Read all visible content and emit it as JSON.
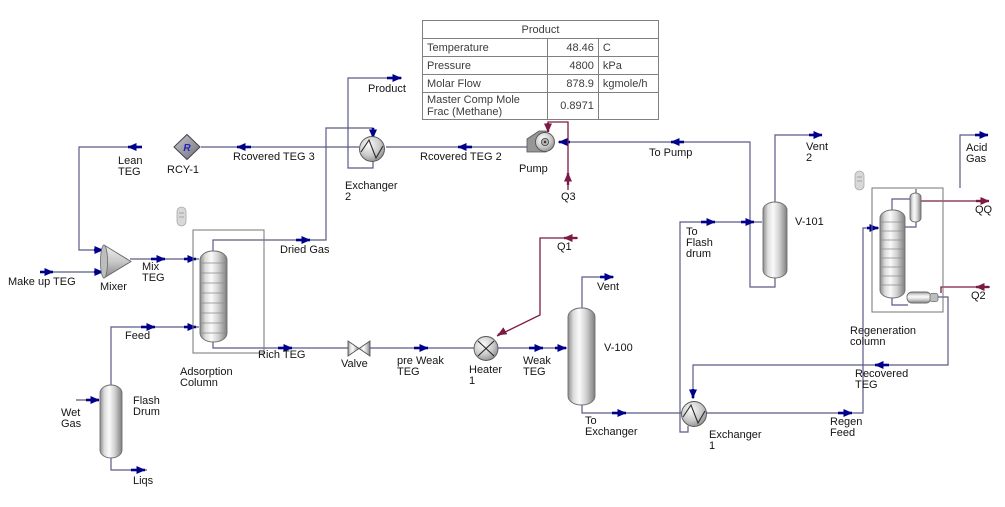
{
  "colors": {
    "material_stream": "#5b5b88",
    "material_arrow": "#00008b",
    "energy_stream": "#7c1a45",
    "background": "#ffffff"
  },
  "table": {
    "title": "Product",
    "rows": [
      {
        "name": "Temperature",
        "value": "48.46",
        "unit": "C"
      },
      {
        "name": "Pressure",
        "value": "4800",
        "unit": "kPa"
      },
      {
        "name": "Molar Flow",
        "value": "878.9",
        "unit": "kgmole/h"
      },
      {
        "name": "Master Comp Mole Frac (Methane)",
        "value": "0.8971",
        "unit": ""
      }
    ]
  },
  "streams": {
    "make_up_teg": "Make up TEG",
    "mix_teg": "Mix\nTEG",
    "lean_teg": "Lean\nTEG",
    "rcovered_teg_3": "Rcovered TEG 3",
    "product": "Product",
    "rcovered_teg_2": "Rcovered TEG 2",
    "to_pump": "To Pump",
    "vent_2": "Vent\n2",
    "acid_gas": "Acid\nGas",
    "recovered_teg": "Recovered\nTEG",
    "regen_feed": "Regen\nFeed",
    "to_exchanger": "To\nExchanger",
    "vent": "Vent",
    "to_flash_drum": "To\nFlash\ndrum",
    "weak_teg": "Weak\nTEG",
    "pre_weak_teg": "pre Weak\nTEG",
    "rich_teg": "Rich TEG",
    "dried_gas": "Dried Gas",
    "feed": "Feed",
    "wet_gas": "Wet\nGas",
    "liqs": "Liqs"
  },
  "energy_streams": {
    "q1": "Q1",
    "q2": "Q2",
    "q3": "Q3",
    "qq": "QQ"
  },
  "equipment": {
    "mixer": "Mixer",
    "rcy1": "RCY-1",
    "rcy1_icon_letter": "R",
    "exchanger_2": "Exchanger\n2",
    "pump": "Pump",
    "v101": "V-101",
    "regeneration_column": "Regeneration\ncolumn",
    "exchanger_1": "Exchanger\n1",
    "v100": "V-100",
    "heater_1": "Heater\n1",
    "valve": "Valve",
    "adsorption_column": "Adsorption\nColumn",
    "flash_drum": "Flash\nDrum"
  }
}
